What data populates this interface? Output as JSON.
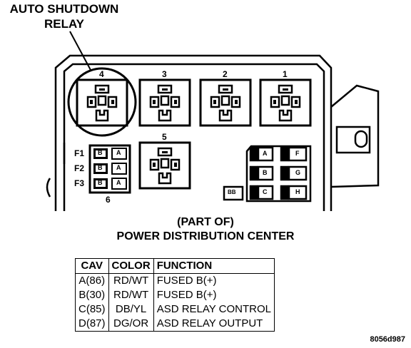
{
  "callout": {
    "line1": "AUTO SHUTDOWN",
    "line2": "RELAY"
  },
  "relays": [
    {
      "id": "4"
    },
    {
      "id": "3"
    },
    {
      "id": "2"
    },
    {
      "id": "1"
    },
    {
      "id": "5"
    }
  ],
  "fuses": {
    "rows": [
      {
        "label": "F1",
        "left": "B",
        "right": "A"
      },
      {
        "label": "F2",
        "left": "B",
        "right": "A"
      },
      {
        "label": "F3",
        "left": "B",
        "right": "A"
      }
    ],
    "group_label": "6"
  },
  "connector": {
    "small_block": "BB",
    "left_col": [
      "A",
      "B",
      "C"
    ],
    "right_col": [
      "F",
      "G",
      "H"
    ]
  },
  "caption": {
    "line1": "(PART OF)",
    "line2": "POWER DISTRIBUTION CENTER"
  },
  "table": {
    "headers": [
      "CAV",
      "COLOR",
      "FUNCTION"
    ],
    "rows": [
      {
        "cav": "A(86)",
        "color": "RD/WT",
        "function": "FUSED B(+)"
      },
      {
        "cav": "B(30)",
        "color": "RD/WT",
        "function": "FUSED B(+)"
      },
      {
        "cav": "C(85)",
        "color": "DB/YL",
        "function": "ASD RELAY CONTROL"
      },
      {
        "cav": "D(87)",
        "color": "DG/OR",
        "function": "ASD RELAY OUTPUT"
      }
    ]
  },
  "figure_id": "8056d987"
}
